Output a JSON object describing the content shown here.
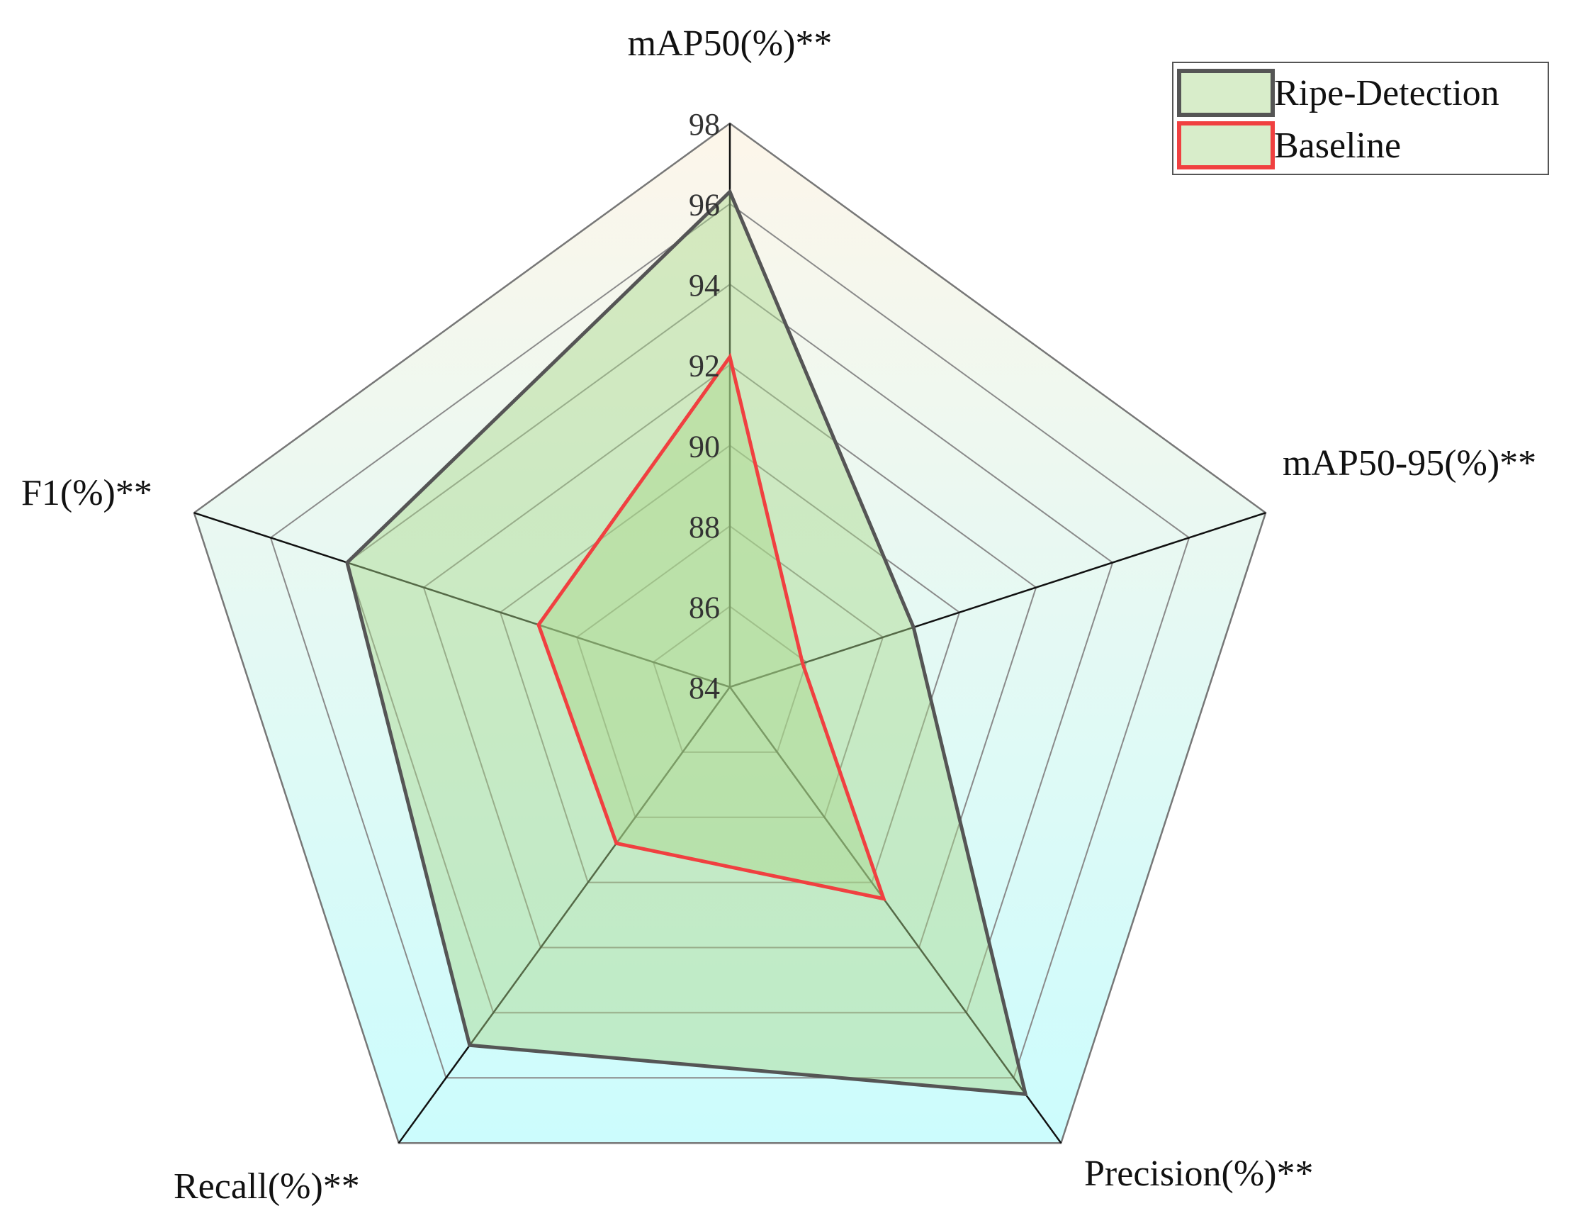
{
  "chart_data": {
    "type": "radar",
    "axes": [
      "mAP50(%)**",
      "mAP50-95(%)**",
      "Precision(%)**",
      "Recall(%)**",
      "F1(%)**"
    ],
    "range": [
      84,
      98
    ],
    "ticks": [
      "84",
      "86",
      "88",
      "90",
      "92",
      "94",
      "96",
      "98"
    ],
    "series": [
      {
        "name": "Ripe-Detection",
        "values": [
          96.3,
          88.8,
          96.5,
          95.0,
          94.0
        ],
        "stroke": "#555555",
        "fill": "#a8d68a"
      },
      {
        "name": "Baseline",
        "values": [
          92.2,
          85.9,
          90.5,
          88.8,
          89.0
        ],
        "stroke": "#f04040",
        "fill": "#a8d68a"
      }
    ],
    "legend_position": "top-right",
    "background_gradient": [
      "#fdf6ea",
      "#ccfcfd"
    ]
  }
}
